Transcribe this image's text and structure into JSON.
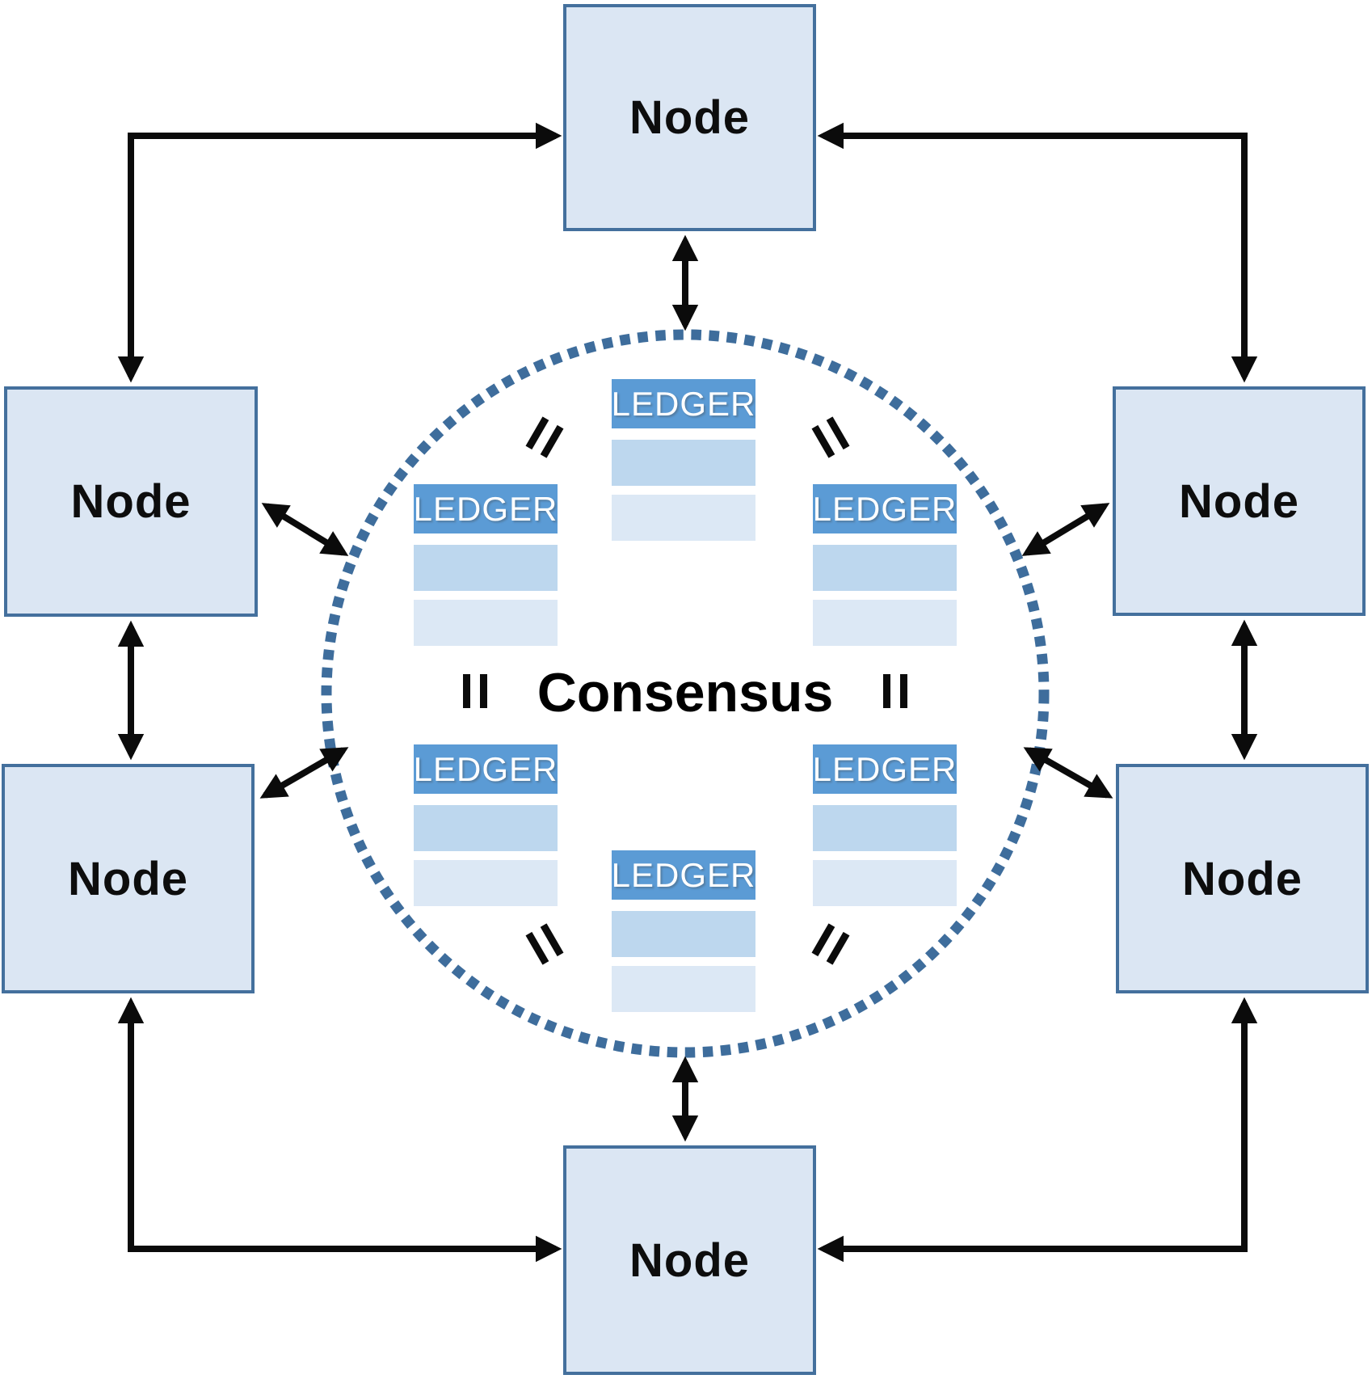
{
  "colors": {
    "background": "#ffffff",
    "node_fill": "#dbe6f3",
    "node_border": "#44709d",
    "arrow": "#0b0b0b",
    "circle_dots": "#3e6d9c",
    "ledger_header_bg": "#5b9bd5",
    "ledger_header_text": "#ffffff",
    "ledger_row_1": "#bdd7ee",
    "ledger_row_2": "#dce8f5",
    "consensus_text": "#000000"
  },
  "nodes": [
    {
      "id": "top",
      "label": "Node"
    },
    {
      "id": "upper-left",
      "label": "Node"
    },
    {
      "id": "upper-right",
      "label": "Node"
    },
    {
      "id": "lower-left",
      "label": "Node"
    },
    {
      "id": "lower-right",
      "label": "Node"
    },
    {
      "id": "bottom",
      "label": "Node"
    }
  ],
  "consensus": {
    "label": "Consensus"
  },
  "ledgers": [
    {
      "id": "top-center",
      "label": "LEDGER",
      "row_count": 2
    },
    {
      "id": "upper-left",
      "label": "LEDGER",
      "row_count": 2
    },
    {
      "id": "upper-right",
      "label": "LEDGER",
      "row_count": 2
    },
    {
      "id": "lower-left",
      "label": "LEDGER",
      "row_count": 2
    },
    {
      "id": "lower-right",
      "label": "LEDGER",
      "row_count": 2
    },
    {
      "id": "bottom-center",
      "label": "LEDGER",
      "row_count": 2
    }
  ],
  "equals_symbol": "="
}
